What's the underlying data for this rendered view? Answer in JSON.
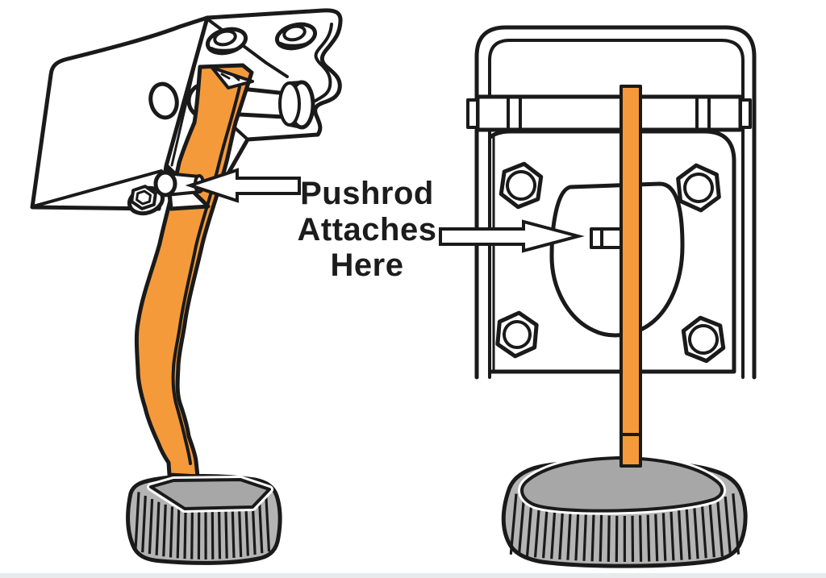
{
  "annotation": {
    "lines": [
      "Pushrod",
      "Attaches",
      "Here"
    ]
  },
  "colors": {
    "pedal_arm": "#F49A3B",
    "pad_skirt": "#B4B4B4",
    "pad_face": "#A7A7A7",
    "outline": "#1A1A1A",
    "arrow_fill": "#FFFFFF",
    "background": "#FFFFFF",
    "text": "#1C1C1C",
    "edge_strip": "#E8EAEB"
  },
  "icons": {
    "left_arrow": "arrow-pointing-left",
    "right_arrow": "arrow-pointing-right"
  }
}
